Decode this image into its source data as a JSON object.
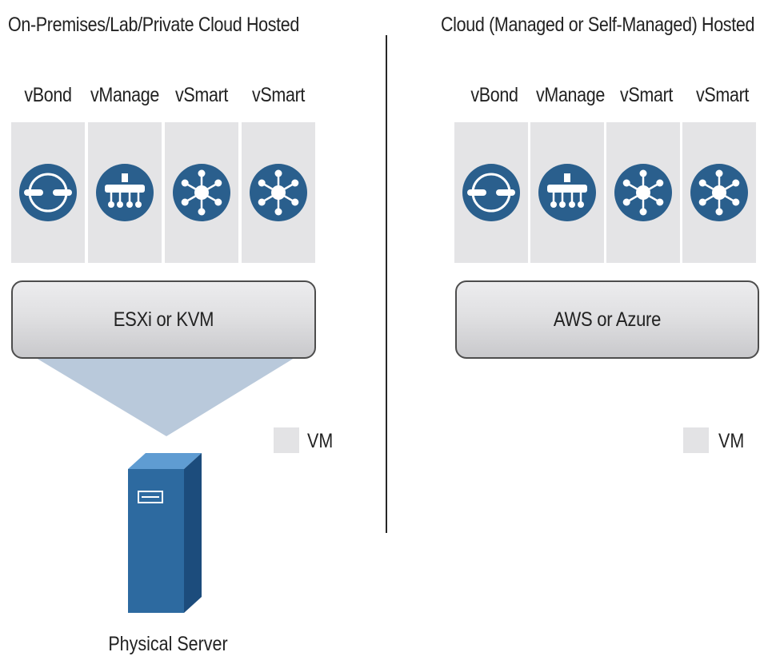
{
  "left_panel": {
    "title": "On-Premises/Lab/Private Cloud Hosted",
    "components": [
      {
        "label": "vBond",
        "icon": "vbond-icon"
      },
      {
        "label": "vManage",
        "icon": "vmanage-icon"
      },
      {
        "label": "vSmart",
        "icon": "vsmart-icon"
      },
      {
        "label": "vSmart",
        "icon": "vsmart-icon"
      }
    ],
    "hypervisor": "ESXi or KVM",
    "server_label": "Physical Server",
    "legend_label": "VM"
  },
  "right_panel": {
    "title": "Cloud (Managed or Self-Managed) Hosted",
    "components": [
      {
        "label": "vBond",
        "icon": "vbond-icon"
      },
      {
        "label": "vManage",
        "icon": "vmanage-icon"
      },
      {
        "label": "vSmart",
        "icon": "vsmart-icon"
      },
      {
        "label": "vSmart",
        "icon": "vsmart-icon"
      }
    ],
    "hypervisor": "AWS or Azure",
    "legend_label": "VM"
  },
  "colors": {
    "icon_blue": "#2a5f8d",
    "tile_gray": "#e4e4e6",
    "server_blue": "#2d6aa0",
    "connector_fill": "#b9c9db"
  }
}
